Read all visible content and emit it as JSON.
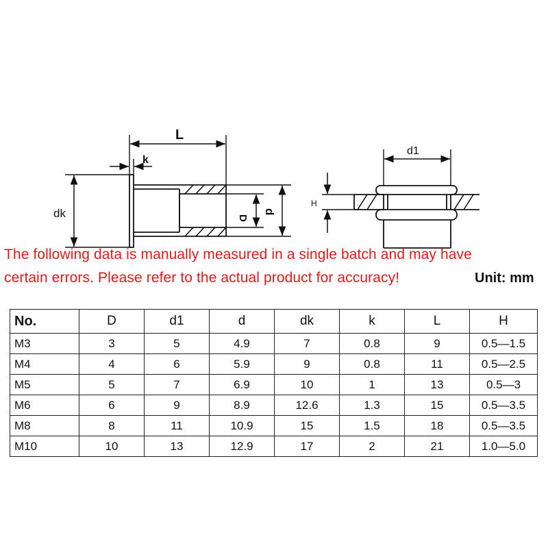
{
  "diagram": {
    "left_labels": {
      "length": "L",
      "flange": "k",
      "head_diameter": "dk",
      "inner_diameter": "D",
      "outer_diameter": "d"
    },
    "right_labels": {
      "body_diameter": "d1",
      "grip": "H"
    }
  },
  "notes": {
    "line1": "The following data is manually measured in a single batch and may have",
    "line2": "certain errors. Please refer to the actual product for accuracy!",
    "unit": "Unit: mm"
  },
  "table": {
    "headers": [
      "No.",
      "D",
      "d1",
      "d",
      "dk",
      "k",
      "L",
      "H"
    ],
    "rows": [
      [
        "M3",
        "3",
        "5",
        "4.9",
        "7",
        "0.8",
        "9",
        "0.5—1.5"
      ],
      [
        "M4",
        "4",
        "6",
        "5.9",
        "9",
        "0.8",
        "11",
        "0.5—2.5"
      ],
      [
        "M5",
        "5",
        "7",
        "6.9",
        "10",
        "1",
        "13",
        "0.5—3"
      ],
      [
        "M6",
        "6",
        "9",
        "8.9",
        "12.6",
        "1.3",
        "15",
        "0.5—3.5"
      ],
      [
        "M8",
        "8",
        "11",
        "10.9",
        "15",
        "1.5",
        "18",
        "0.5—3.5"
      ],
      [
        "M10",
        "10",
        "13",
        "12.9",
        "17",
        "2",
        "21",
        "1.0—5.0"
      ]
    ]
  }
}
